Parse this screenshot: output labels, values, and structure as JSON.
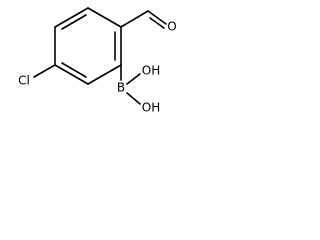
{
  "molecule": {
    "atoms": {
      "chlorine": "Cl",
      "boron": "B",
      "hydroxyl_top": "OH",
      "hydroxyl_bottom": "OH",
      "aldehyde_oxygen": "O"
    },
    "colors": {
      "bond": "#000000",
      "label": "#000000",
      "background": "#ffffff"
    }
  }
}
